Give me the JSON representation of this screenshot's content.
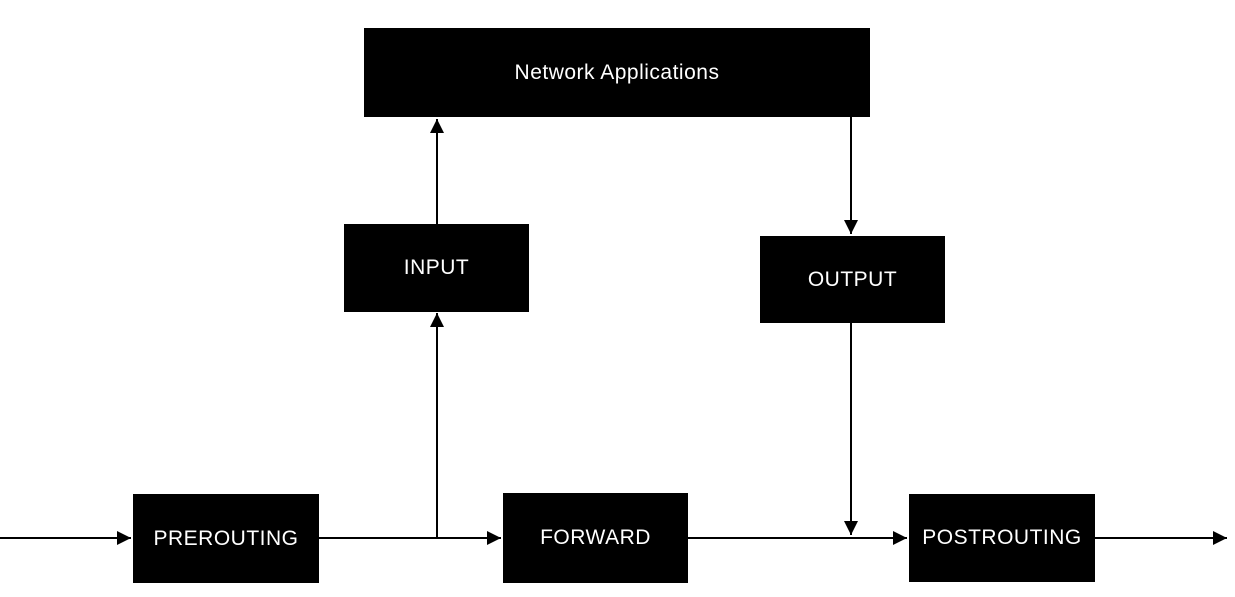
{
  "diagram": {
    "description": "Netfilter packet flow diagram",
    "colors": {
      "background": "#ffffff",
      "node_background": "#000000",
      "node_text": "#ffffff",
      "line": "#000000"
    },
    "nodes": [
      {
        "id": "network-applications",
        "label": "Network Applications"
      },
      {
        "id": "input",
        "label": "INPUT"
      },
      {
        "id": "output",
        "label": "OUTPUT"
      },
      {
        "id": "prerouting",
        "label": "PREROUTING"
      },
      {
        "id": "forward",
        "label": "FORWARD"
      },
      {
        "id": "postrouting",
        "label": "POSTROUTING"
      }
    ],
    "edges": [
      {
        "from": "external-in",
        "to": "prerouting"
      },
      {
        "from": "prerouting",
        "to": "forward"
      },
      {
        "from": "prerouting-branch",
        "to": "input"
      },
      {
        "from": "input",
        "to": "network-applications"
      },
      {
        "from": "network-applications",
        "to": "output"
      },
      {
        "from": "output",
        "to": "forward-postrouting-line"
      },
      {
        "from": "forward",
        "to": "postrouting"
      },
      {
        "from": "postrouting",
        "to": "external-out"
      }
    ]
  }
}
